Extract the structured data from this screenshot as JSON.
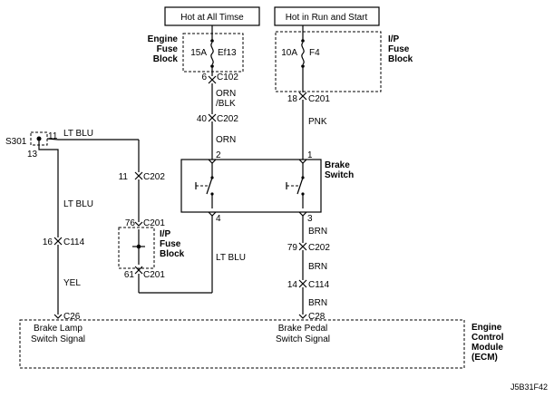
{
  "power": {
    "hot_all_times": "Hot at All Timse",
    "hot_run_start": "Hot in Run and Start"
  },
  "engine_fuse_block": {
    "label_line1": "Engine",
    "label_line2": "Fuse",
    "label_line3": "Block",
    "fuse_rating": "15A",
    "fuse_name": "Ef13",
    "pin": "6",
    "connector": "C102"
  },
  "ip_fuse_block_top": {
    "label_line1": "I/P",
    "label_line2": "Fuse",
    "label_line3": "Block",
    "fuse_rating": "10A",
    "fuse_name": "F4",
    "pin": "18",
    "connector": "C201"
  },
  "ip_fuse_block_left": {
    "label_line1": "I/P",
    "label_line2": "Fuse",
    "label_line3": "Block",
    "pin_top": "76",
    "connector_top": "C201",
    "pin_bottom": "61",
    "connector_bottom": "C201"
  },
  "wires": {
    "orn_blk_line1": "ORN",
    "orn_blk_line2": "/BLK",
    "orn": "ORN",
    "pnk": "PNK",
    "lt_blu_top": "LT BLU",
    "lt_blu_left": "LT BLU",
    "lt_blu_right": "LT BLU",
    "yel": "YEL",
    "brn_1": "BRN",
    "brn_2": "BRN",
    "brn_3": "BRN"
  },
  "connectors": {
    "c202_left_pin": "40",
    "c202_left": "C202",
    "c202_mid_pin": "11",
    "c202_mid": "C202",
    "c202_right_pin": "79",
    "c202_right": "C202",
    "c114_left_pin": "16",
    "c114_left": "C114",
    "c114_right_pin": "14",
    "c114_right": "C114",
    "c26": "C26",
    "c28": "C28"
  },
  "splice": {
    "name": "S301",
    "pin_top": "11",
    "pin_bottom": "13"
  },
  "brake_switch": {
    "label_line1": "Brake",
    "label_line2": "Switch",
    "pin_top_left": "2",
    "pin_top_right": "1",
    "pin_bottom_left": "4",
    "pin_bottom_right": "3"
  },
  "ecm": {
    "label_line1": "Engine",
    "label_line2": "Control",
    "label_line3": "Module",
    "label_line4": "(ECM)",
    "signal_left_line1": "Brake Lamp",
    "signal_left_line2": "Switch Signal",
    "signal_right_line1": "Brake Pedal",
    "signal_right_line2": "Switch Signal"
  },
  "figure_code": "J5B31F42"
}
